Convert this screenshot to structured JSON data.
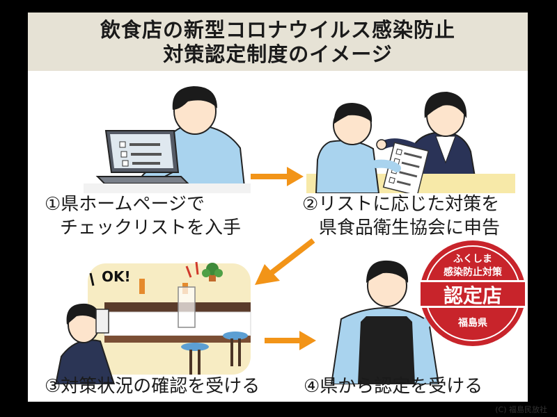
{
  "title": {
    "line1": "飲食店の新型コロナウイルス感染防止",
    "line2": "対策認定制度のイメージ"
  },
  "steps": [
    {
      "line1": "①県ホームページで",
      "line2": "チェックリストを入手"
    },
    {
      "line1": "②リストに応じた対策を",
      "line2": "県食品衛生協会に申告"
    },
    {
      "line1": "③対策状況の確認を受ける"
    },
    {
      "line1": "④県から認定を受ける"
    }
  ],
  "scene3": {
    "speech": "OK!"
  },
  "seal": {
    "top_line1": "ふくしま",
    "top_line2": "感染防止対策",
    "center": "認定店",
    "bottom": "福島県"
  },
  "credit": "(C) 福島民放社",
  "colors": {
    "arrow": "#f29418",
    "seal_red": "#c8242b",
    "shirt_blue": "#a9d3ee",
    "title_band": "#e6e2d5"
  }
}
